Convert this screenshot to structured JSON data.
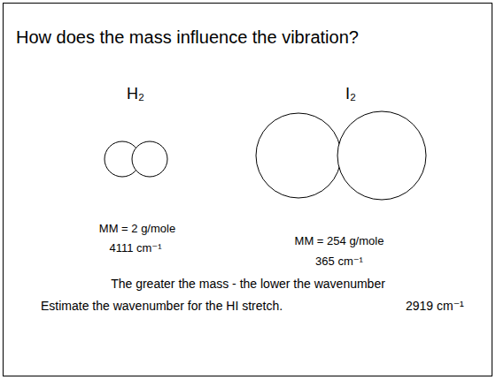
{
  "diagram": {
    "title": "How does the mass influence the vibration?",
    "labels": [
      "H₂",
      "I₂",
      "MM = 2 g/mole",
      "4111 cm⁻¹",
      "MM = 254 g/mole",
      "365 cm⁻¹",
      "The greater the mass - the lower the wavenumber",
      "Estimate the wavenumber for the HI stretch.",
      "2919 cm⁻¹"
    ]
  }
}
